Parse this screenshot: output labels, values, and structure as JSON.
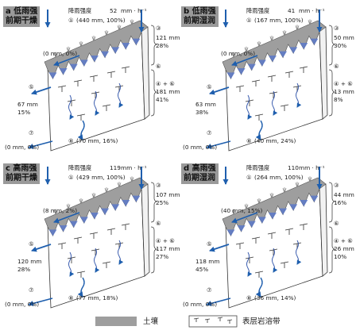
{
  "units": {
    "intensity_unit": "mm · h⁻¹"
  },
  "labels": {
    "intensity": "降雨强度",
    "n1": "①",
    "n3": "③",
    "n4_6": "④ + ⑥",
    "n5": "⑤",
    "n6": "⑥",
    "n7": "⑦",
    "n8": "⑧"
  },
  "panels": [
    {
      "letter": "a",
      "title_line1": "低雨强",
      "title_line2": "前期干燥",
      "intensity_value": "52",
      "n1": "(440 mm, 100%)",
      "n2": "(0 mm, 0%)",
      "n3a": "121 mm",
      "n3b": "28%",
      "n4a": "181 mm",
      "n4b": "41%",
      "n5a": "67 mm",
      "n5b": "15%",
      "n7": "(0 mm, 0%)",
      "n8": "(70 mm, 16%)"
    },
    {
      "letter": "b",
      "title_line1": "低雨强",
      "title_line2": "前期湿润",
      "intensity_value": "41",
      "n1": "(167 mm, 100%)",
      "n2": "(0 mm, 0%)",
      "n3a": "50 mm",
      "n3b": "30%",
      "n4a": "13 mm",
      "n4b": "8%",
      "n5a": "63 mm",
      "n5b": "38%",
      "n7": "(0 mm, 0%)",
      "n8": "(40 mm, 24%)"
    },
    {
      "letter": "c",
      "title_line1": "高雨强",
      "title_line2": "前期干燥",
      "intensity_value": "119",
      "n1": "(429 mm, 100%)",
      "n2": "(8 mm, 2%)",
      "n3a": "107 mm",
      "n3b": "25%",
      "n4a": "117 mm",
      "n4b": "27%",
      "n5a": "120 mm",
      "n5b": "28%",
      "n7": "(0 mm, 0%)",
      "n8": "(77 mm, 18%)"
    },
    {
      "letter": "d",
      "title_line1": "高雨强",
      "title_line2": "前期湿润",
      "intensity_value": "110",
      "n1": "(264 mm, 100%)",
      "n2": "(40 mm, 15%)",
      "n3a": "44 mm",
      "n3b": "16%",
      "n4a": "26 mm",
      "n4b": "10%",
      "n5a": "118 mm",
      "n5b": "45%",
      "n7": "(0 mm, 0%)",
      "n8": "(36 mm, 14%)"
    }
  ],
  "legend": {
    "soil": "土壤",
    "epikarst": "表层岩溶带"
  },
  "colors": {
    "soil": "#9e9e9e",
    "flow_arrow": "#1f5fae",
    "fracture": "#2a4fa8",
    "title_bg": "#9a9a9a"
  }
}
